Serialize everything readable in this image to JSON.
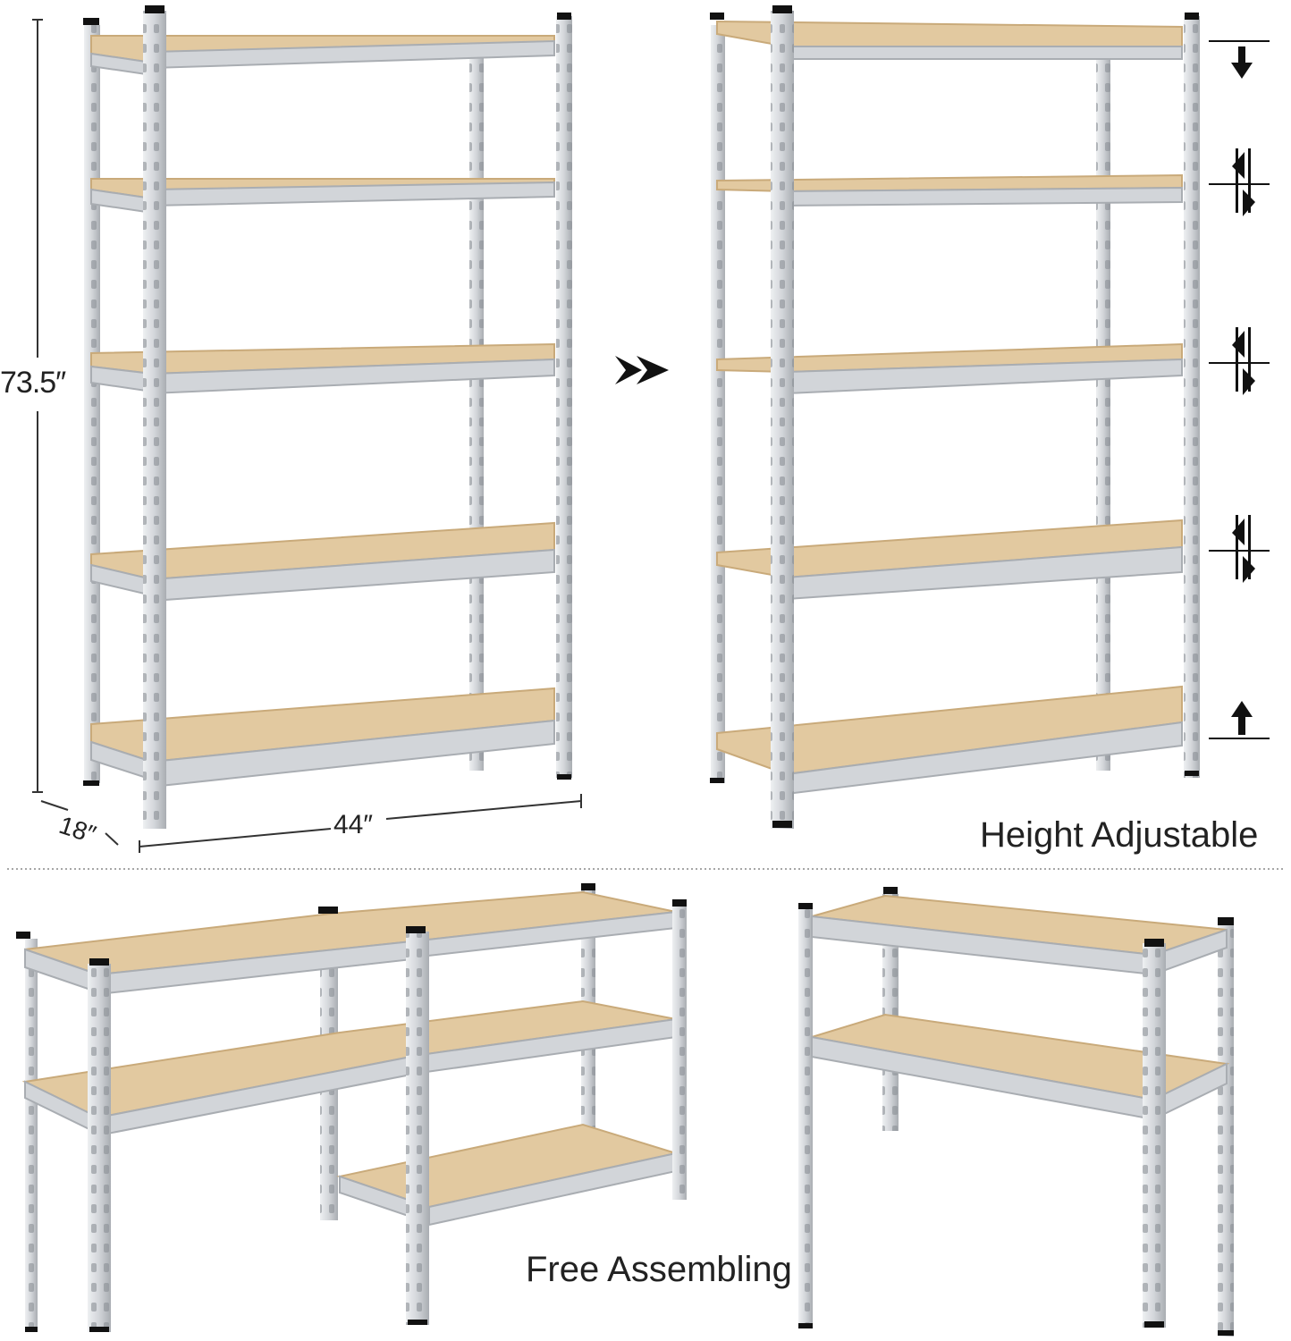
{
  "dimensions": {
    "height": "73.5″",
    "depth": "18″",
    "width": "44″"
  },
  "captions": {
    "height_adjustable": "Height Adjustable",
    "free_assembling": "Free Assembling"
  },
  "colors": {
    "steel": "#d2d5d9",
    "steel_dark": "#a9adb2",
    "steel_light": "#eef0f2",
    "wood": "#e2c9a0",
    "wood_edge": "#c9aa7a",
    "hole": "#8a8f95",
    "ink": "#111111",
    "line": "#333333"
  },
  "icons": [
    "double-chevron-right-icon",
    "arrow-down-icon",
    "arrow-up-icon",
    "adjust-up-down-icon"
  ]
}
